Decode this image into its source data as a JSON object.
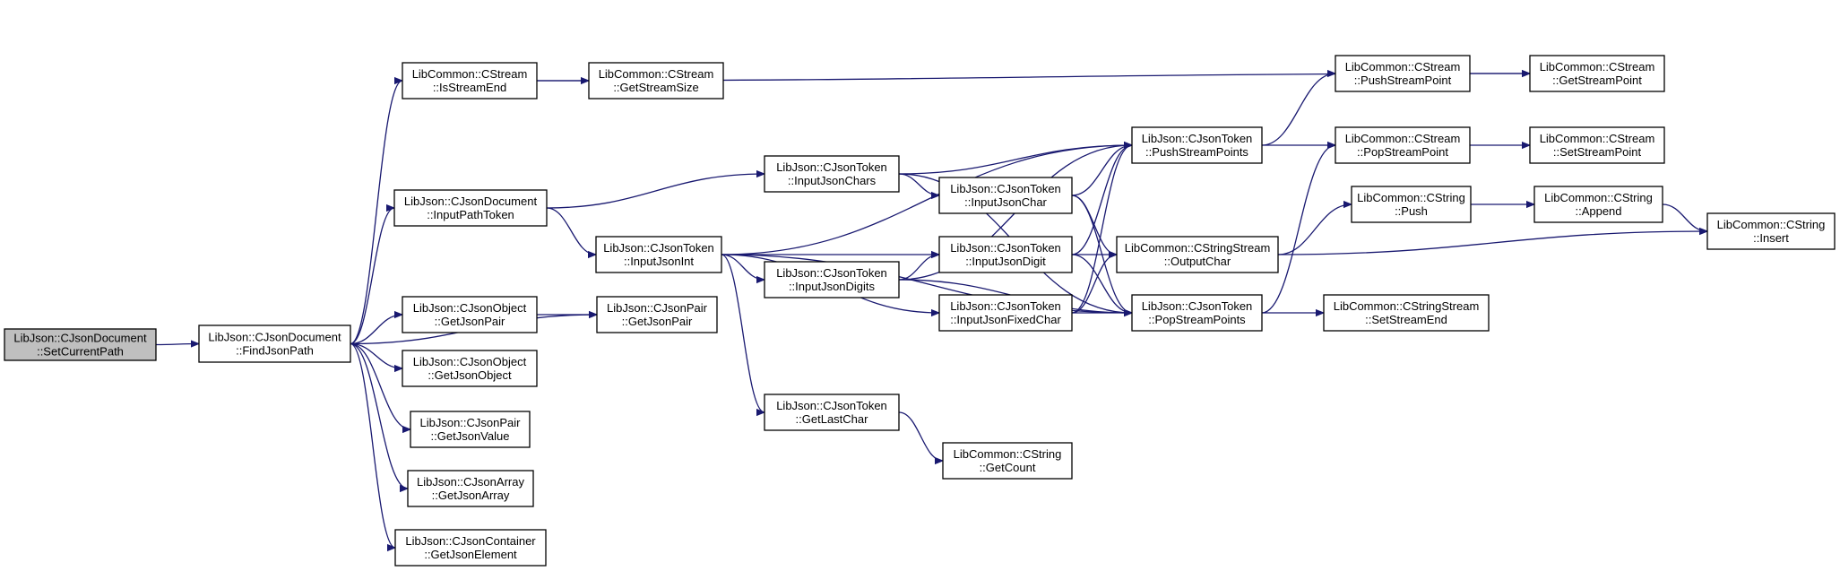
{
  "nodes": [
    {
      "id": "set_current_path",
      "line1": "LibJson::CJsonDocument",
      "line2": "::SetCurrentPath",
      "root": true
    },
    {
      "id": "find_json_path",
      "line1": "LibJson::CJsonDocument",
      "line2": "::FindJsonPath"
    },
    {
      "id": "is_stream_end",
      "line1": "LibCommon::CStream",
      "line2": "::IsStreamEnd"
    },
    {
      "id": "input_path_token",
      "line1": "LibJson::CJsonDocument",
      "line2": "::InputPathToken"
    },
    {
      "id": "object_get_json_pair",
      "line1": "LibJson::CJsonObject",
      "line2": "::GetJsonPair"
    },
    {
      "id": "get_json_object",
      "line1": "LibJson::CJsonObject",
      "line2": "::GetJsonObject"
    },
    {
      "id": "get_json_value",
      "line1": "LibJson::CJsonPair",
      "line2": "::GetJsonValue"
    },
    {
      "id": "get_json_array",
      "line1": "LibJson::CJsonArray",
      "line2": "::GetJsonArray"
    },
    {
      "id": "get_json_element",
      "line1": "LibJson::CJsonContainer",
      "line2": "::GetJsonElement"
    },
    {
      "id": "get_stream_size",
      "line1": "LibCommon::CStream",
      "line2": "::GetStreamSize"
    },
    {
      "id": "input_json_int",
      "line1": "LibJson::CJsonToken",
      "line2": "::InputJsonInt"
    },
    {
      "id": "pair_get_json_pair",
      "line1": "LibJson::CJsonPair",
      "line2": "::GetJsonPair"
    },
    {
      "id": "input_json_chars",
      "line1": "LibJson::CJsonToken",
      "line2": "::InputJsonChars"
    },
    {
      "id": "input_json_digits",
      "line1": "LibJson::CJsonToken",
      "line2": "::InputJsonDigits"
    },
    {
      "id": "get_last_char",
      "line1": "LibJson::CJsonToken",
      "line2": "::GetLastChar"
    },
    {
      "id": "input_json_char",
      "line1": "LibJson::CJsonToken",
      "line2": "::InputJsonChar"
    },
    {
      "id": "input_json_digit",
      "line1": "LibJson::CJsonToken",
      "line2": "::InputJsonDigit"
    },
    {
      "id": "input_json_fixed_char",
      "line1": "LibJson::CJsonToken",
      "line2": "::InputJsonFixedChar"
    },
    {
      "id": "get_count",
      "line1": "LibCommon::CString",
      "line2": "::GetCount"
    },
    {
      "id": "push_stream_points",
      "line1": "LibJson::CJsonToken",
      "line2": "::PushStreamPoints"
    },
    {
      "id": "output_char",
      "line1": "LibCommon::CStringStream",
      "line2": "::OutputChar"
    },
    {
      "id": "pop_stream_points",
      "line1": "LibJson::CJsonToken",
      "line2": "::PopStreamPoints"
    },
    {
      "id": "push_stream_point",
      "line1": "LibCommon::CStream",
      "line2": "::PushStreamPoint"
    },
    {
      "id": "pop_stream_point",
      "line1": "LibCommon::CStream",
      "line2": "::PopStreamPoint"
    },
    {
      "id": "string_push",
      "line1": "LibCommon::CString",
      "line2": "::Push"
    },
    {
      "id": "set_stream_end",
      "line1": "LibCommon::CStringStream",
      "line2": "::SetStreamEnd"
    },
    {
      "id": "get_stream_point",
      "line1": "LibCommon::CStream",
      "line2": "::GetStreamPoint"
    },
    {
      "id": "set_stream_point",
      "line1": "LibCommon::CStream",
      "line2": "::SetStreamPoint"
    },
    {
      "id": "string_append",
      "line1": "LibCommon::CString",
      "line2": "::Append"
    },
    {
      "id": "string_insert",
      "line1": "LibCommon::CString",
      "line2": "::Insert"
    }
  ],
  "edges": [
    {
      "from": "set_current_path",
      "to": "find_json_path"
    },
    {
      "from": "find_json_path",
      "to": "is_stream_end"
    },
    {
      "from": "find_json_path",
      "to": "input_path_token"
    },
    {
      "from": "find_json_path",
      "to": "pair_get_json_pair"
    },
    {
      "from": "find_json_path",
      "to": "object_get_json_pair"
    },
    {
      "from": "find_json_path",
      "to": "get_json_object"
    },
    {
      "from": "find_json_path",
      "to": "get_json_value"
    },
    {
      "from": "find_json_path",
      "to": "get_json_array"
    },
    {
      "from": "find_json_path",
      "to": "get_json_element"
    },
    {
      "from": "is_stream_end",
      "to": "get_stream_size"
    },
    {
      "from": "is_stream_end",
      "to": "get_stream_point"
    },
    {
      "from": "input_path_token",
      "to": "input_json_chars"
    },
    {
      "from": "input_path_token",
      "to": "input_json_int"
    },
    {
      "from": "object_get_json_pair",
      "to": "pair_get_json_pair"
    },
    {
      "from": "input_json_int",
      "to": "push_stream_points"
    },
    {
      "from": "input_json_int",
      "to": "input_json_digit"
    },
    {
      "from": "input_json_int",
      "to": "input_json_digits"
    },
    {
      "from": "input_json_int",
      "to": "input_json_fixed_char"
    },
    {
      "from": "input_json_int",
      "to": "get_last_char"
    },
    {
      "from": "input_json_int",
      "to": "pop_stream_points"
    },
    {
      "from": "input_json_chars",
      "to": "push_stream_points"
    },
    {
      "from": "input_json_chars",
      "to": "input_json_char"
    },
    {
      "from": "input_json_chars",
      "to": "pop_stream_points"
    },
    {
      "from": "input_json_digits",
      "to": "push_stream_points"
    },
    {
      "from": "input_json_digits",
      "to": "input_json_digit"
    },
    {
      "from": "input_json_digits",
      "to": "pop_stream_points"
    },
    {
      "from": "get_last_char",
      "to": "get_count"
    },
    {
      "from": "input_json_char",
      "to": "push_stream_points"
    },
    {
      "from": "input_json_char",
      "to": "output_char"
    },
    {
      "from": "input_json_char",
      "to": "pop_stream_points"
    },
    {
      "from": "input_json_digit",
      "to": "push_stream_points"
    },
    {
      "from": "input_json_digit",
      "to": "output_char"
    },
    {
      "from": "input_json_digit",
      "to": "pop_stream_points"
    },
    {
      "from": "input_json_fixed_char",
      "to": "push_stream_points"
    },
    {
      "from": "input_json_fixed_char",
      "to": "output_char"
    },
    {
      "from": "input_json_fixed_char",
      "to": "pop_stream_points"
    },
    {
      "from": "push_stream_points",
      "to": "push_stream_point"
    },
    {
      "from": "push_stream_points",
      "to": "pop_stream_point"
    },
    {
      "from": "output_char",
      "to": "string_push"
    },
    {
      "from": "output_char",
      "to": "string_insert"
    },
    {
      "from": "pop_stream_points",
      "to": "pop_stream_point"
    },
    {
      "from": "pop_stream_points",
      "to": "set_stream_end"
    },
    {
      "from": "push_stream_point",
      "to": "get_stream_point"
    },
    {
      "from": "pop_stream_point",
      "to": "set_stream_point"
    },
    {
      "from": "string_push",
      "to": "string_append"
    },
    {
      "from": "string_append",
      "to": "string_insert"
    }
  ]
}
